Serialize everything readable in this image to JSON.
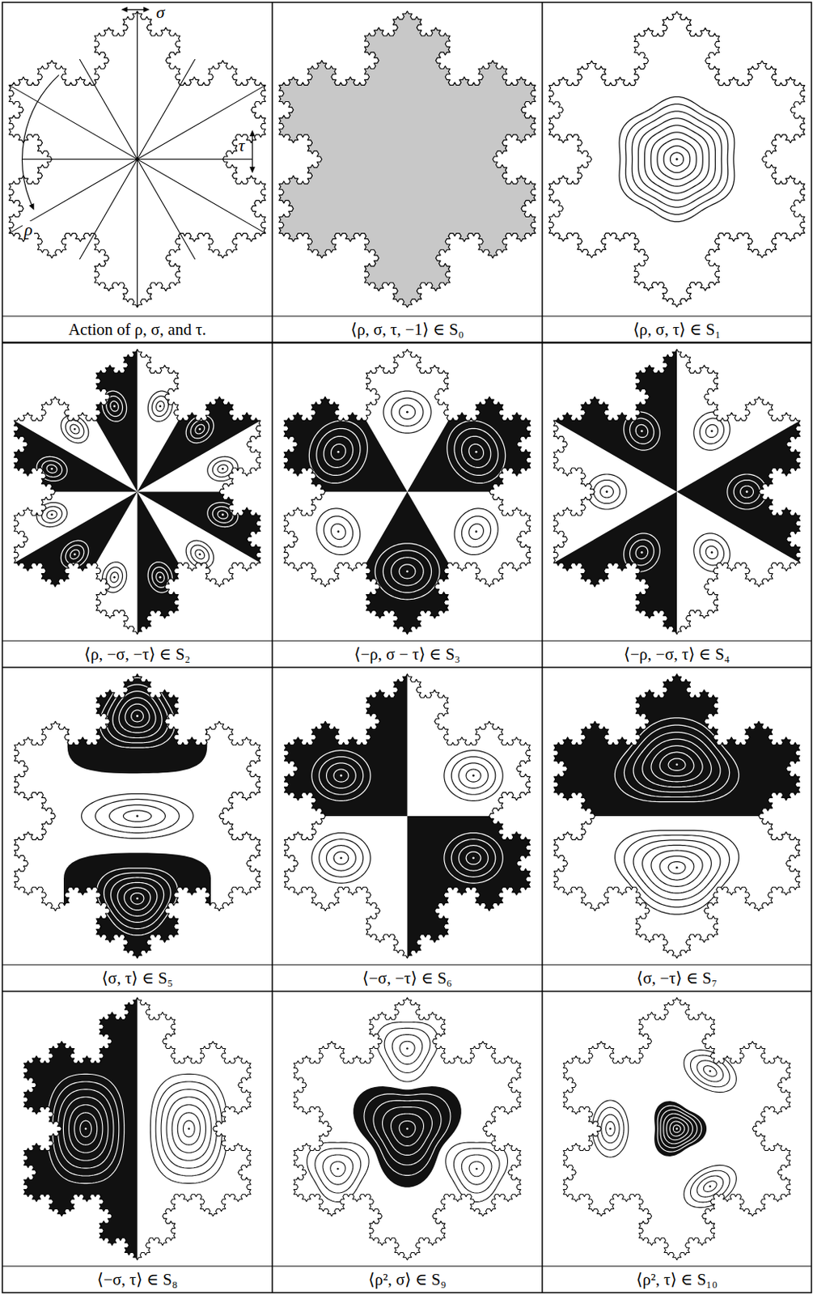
{
  "diagram": {
    "labels": [
      "σ",
      "τ",
      "ρ",
      "Action of ρ, σ, and τ.",
      "⟨ρ, σ, τ, −1⟩ ∈ S₀",
      "⟨ρ, σ, τ⟩ ∈ S₁",
      "⟨ρ, −σ, −τ⟩ ∈ S₂",
      "⟨−ρ, σ − τ⟩ ∈ S₃",
      "⟨−ρ, −σ, τ⟩ ∈ S₄",
      "⟨σ, τ⟩ ∈ S₅",
      "⟨−σ, −τ⟩ ∈ S₆",
      "⟨σ, −τ⟩ ∈ S₇",
      "⟨−σ, τ⟩ ∈ S₈",
      "⟨ρ², σ⟩ ∈ S₉",
      "⟨ρ², τ⟩ ∈ S₁₀"
    ]
  }
}
